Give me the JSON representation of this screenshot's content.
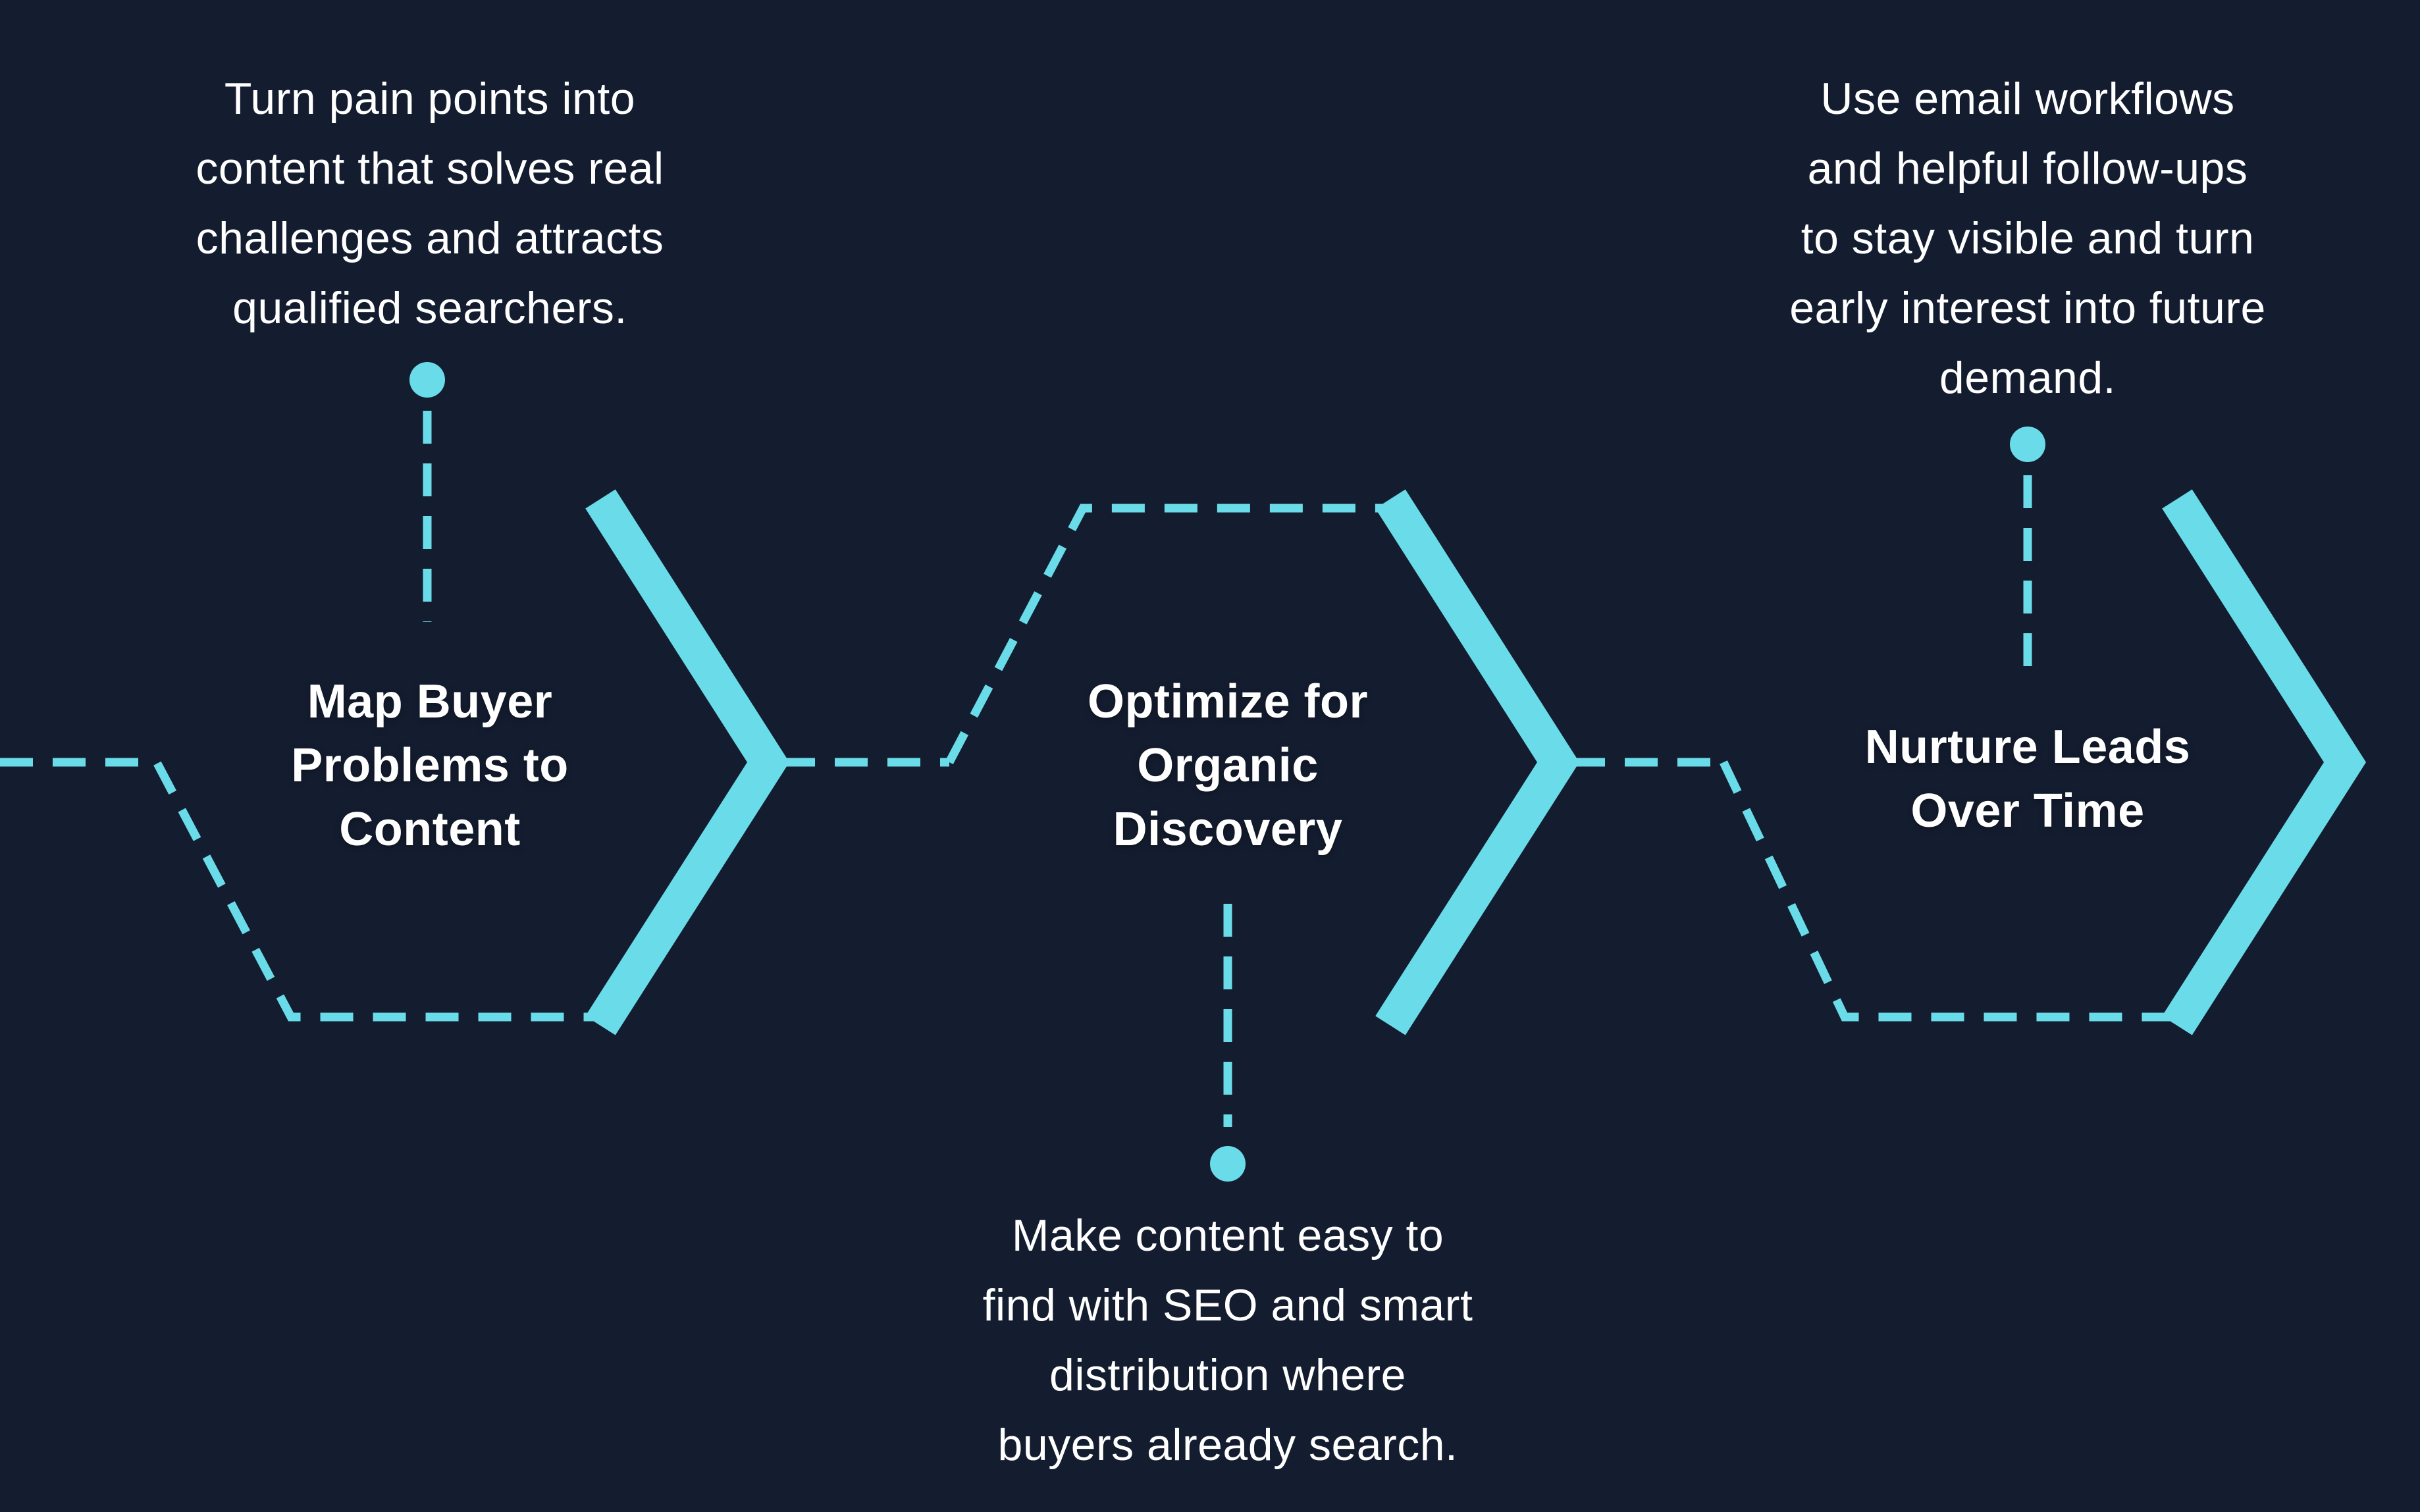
{
  "colors": {
    "background": "#141d30",
    "accent": "#6adce9",
    "text": "#ffffff"
  },
  "diagram_type": "process-flow-hexagon-chain",
  "steps": [
    {
      "title_lines": [
        "Map Buyer",
        "Problems to",
        "Content"
      ],
      "description_lines": [
        "Turn pain points into",
        "content that solves real",
        "challenges and attracts",
        "qualified searchers."
      ],
      "description_position": "above"
    },
    {
      "title_lines": [
        "Optimize for",
        "Organic",
        "Discovery"
      ],
      "description_lines": [
        "Make content easy to",
        "find with SEO and smart",
        "distribution where",
        "buyers already search."
      ],
      "description_position": "below"
    },
    {
      "title_lines": [
        "Nurture Leads",
        "Over Time"
      ],
      "description_lines": [
        "Use email workflows",
        "and helpful follow-ups",
        "to stay visible and turn",
        "early interest into future",
        "demand."
      ],
      "description_position": "above"
    }
  ]
}
